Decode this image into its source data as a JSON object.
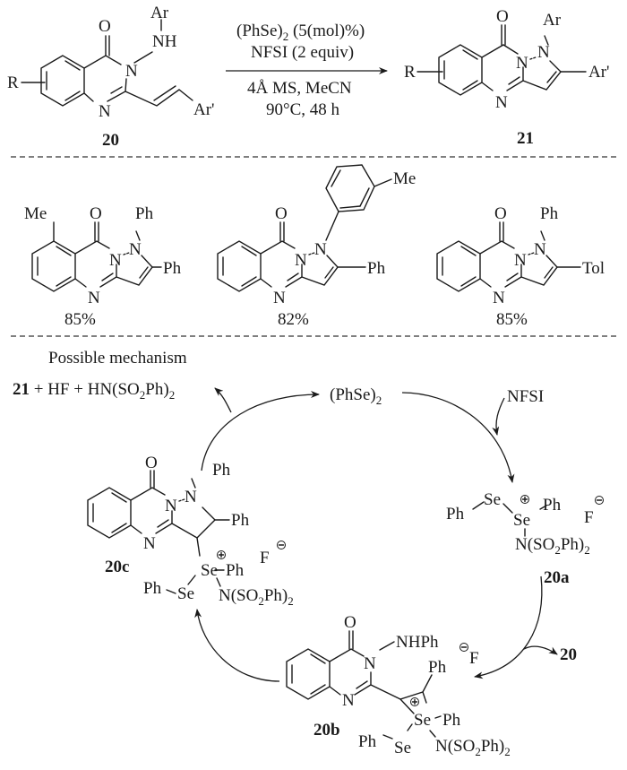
{
  "reaction": {
    "reactant": {
      "label": "20",
      "substituent_R": "R",
      "n_substituent": "Ar",
      "nh": "NH",
      "vinyl_aryl": "Ar'",
      "atoms": {
        "O": "O",
        "N3": "N",
        "N1": "N"
      }
    },
    "conditions": {
      "above_line_1": "(PhSe)",
      "above_line_1_sub": "2",
      "above_line_1_rest": " (5(mol)%)",
      "above_line_2": "NFSI (2 equiv)",
      "below_line_1": "4Å MS, MeCN",
      "below_line_2": "90°C, 48 h"
    },
    "product": {
      "label": "21",
      "substituent_R": "R",
      "n_aryl": "Ar",
      "c_aryl": "Ar'",
      "atoms": {
        "O": "O",
        "N_a": "N",
        "N_b": "N",
        "N_c": "N"
      }
    }
  },
  "examples": [
    {
      "yield": "85%",
      "substituents": {
        "ring": "Me",
        "n1": "Ph",
        "c2": "Ph"
      }
    },
    {
      "yield": "82%",
      "substituents": {
        "n1_aryl_meta": "Me",
        "c2": "Ph"
      }
    },
    {
      "yield": "85%",
      "substituents": {
        "n1": "Ph",
        "c2": "Tol"
      }
    }
  ],
  "mechanism": {
    "title": "Possible mechanism",
    "byproducts": {
      "label": "21",
      "rest": " + HF + HN(SO",
      "sub": "2",
      "rest2": "Ph)",
      "sub2": "2"
    },
    "catalyst": {
      "text": "(PhSe)",
      "sub": "2"
    },
    "reagent": "NFSI",
    "substrate_in": "20",
    "intermediates": {
      "20a": {
        "label": "20a",
        "ph_left": "Ph",
        "se1": "Se",
        "se2": "Se",
        "ph_right": "Ph",
        "anion": "F",
        "n_group": "N(SO",
        "n_sub": "2",
        "n_rest": "Ph)",
        "n_sub2": "2"
      },
      "20b": {
        "label": "20b",
        "nhph": "NHPh",
        "anion": "F",
        "ph_top": "Ph",
        "se2": "Se",
        "se_ph": "Ph",
        "ph_se": "Ph",
        "se1": "Se",
        "n_group": "N(SO",
        "n_sub": "2",
        "n_rest": "Ph)",
        "n_sub2": "2"
      },
      "20c": {
        "label": "20c",
        "n_ph": "Ph",
        "c_ph": "Ph",
        "se2": "Se",
        "se_ph": "Ph",
        "anion": "F",
        "ph_se": "Ph",
        "se1": "Se",
        "n_group": "N(SO",
        "n_sub": "2",
        "n_rest": "Ph)",
        "n_sub2": "2"
      }
    }
  }
}
